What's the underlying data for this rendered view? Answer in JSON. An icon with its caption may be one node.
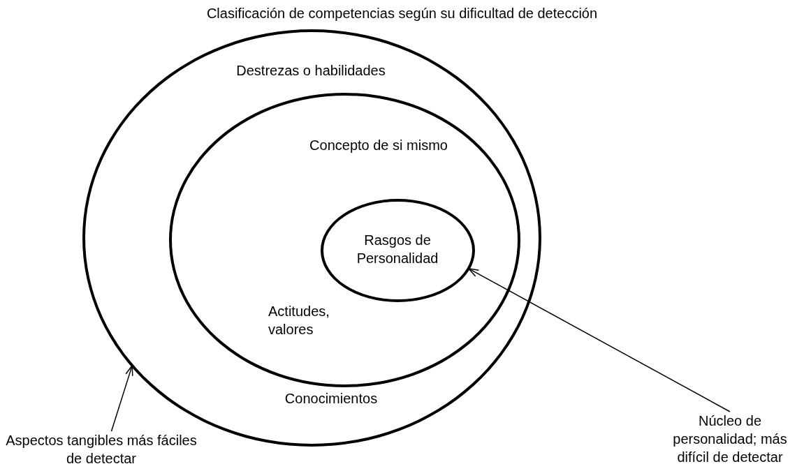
{
  "diagram": {
    "title": "Clasificación de competencias según su dificultad de detección",
    "nodes": [
      {
        "text": [
          "Destrezas o habilidades",
          "Conocimientos"
        ]
      },
      {
        "text": [
          "Concepto de si mismo",
          "Actitudes, valores"
        ],
        "in": 0
      },
      {
        "text": [
          "Rasgos de Personalidad"
        ],
        "in": 1
      },
      {
        "text": [
          "Aspectos tangibles más fáciles de detectar"
        ]
      },
      {
        "text": [
          "Núcleo de personalidad; más difícil de detectar"
        ]
      }
    ],
    "edges": [
      {
        "from": 3,
        "to": 0,
        "arrow": "to"
      },
      {
        "from": 4,
        "to": 2,
        "arrow": "to"
      }
    ]
  }
}
